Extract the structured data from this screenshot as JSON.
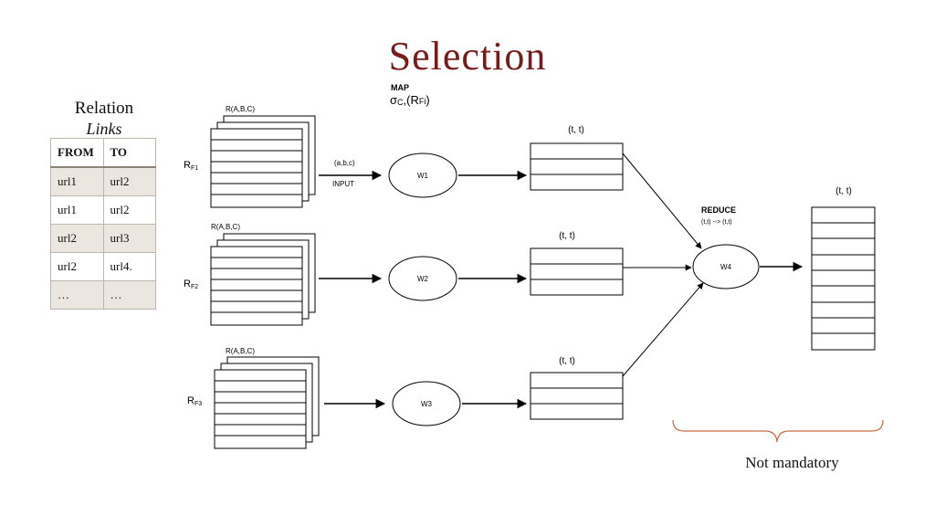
{
  "title": "Selection",
  "relation": {
    "title": "Relation",
    "name": "Links",
    "headers": [
      "FROM",
      "TO"
    ],
    "rows": [
      [
        "url1",
        "url2"
      ],
      [
        "url1",
        "url2"
      ],
      [
        "url2",
        "url3"
      ],
      [
        "url2",
        "url4."
      ],
      [
        "…",
        "…"
      ]
    ]
  },
  "map": {
    "label": "MAP",
    "sigma": "σ",
    "sub_c": "C",
    "formula_rest": ",(R",
    "sub_fi": "Fi",
    "close": ")"
  },
  "inputs": [
    {
      "rel": "R",
      "sub": "F1",
      "schema": "R(A,B,C)"
    },
    {
      "rel": "R",
      "sub": "F2",
      "schema": "R(A,B,C)"
    },
    {
      "rel": "R",
      "sub": "F3",
      "schema": "R(A,B,C)"
    }
  ],
  "input_arrow": {
    "tuple": "(a,b,c)",
    "label": "INPUT"
  },
  "workers": [
    "W1",
    "W2",
    "W3"
  ],
  "outputs": [
    "(t, t)",
    "(t, t)",
    "(t, t)"
  ],
  "reduce": {
    "label": "REDUCE",
    "rule": "(t,t) -->  (t,t)",
    "worker": "W4"
  },
  "final_output": "(t, t)",
  "note": "Not mandatory"
}
